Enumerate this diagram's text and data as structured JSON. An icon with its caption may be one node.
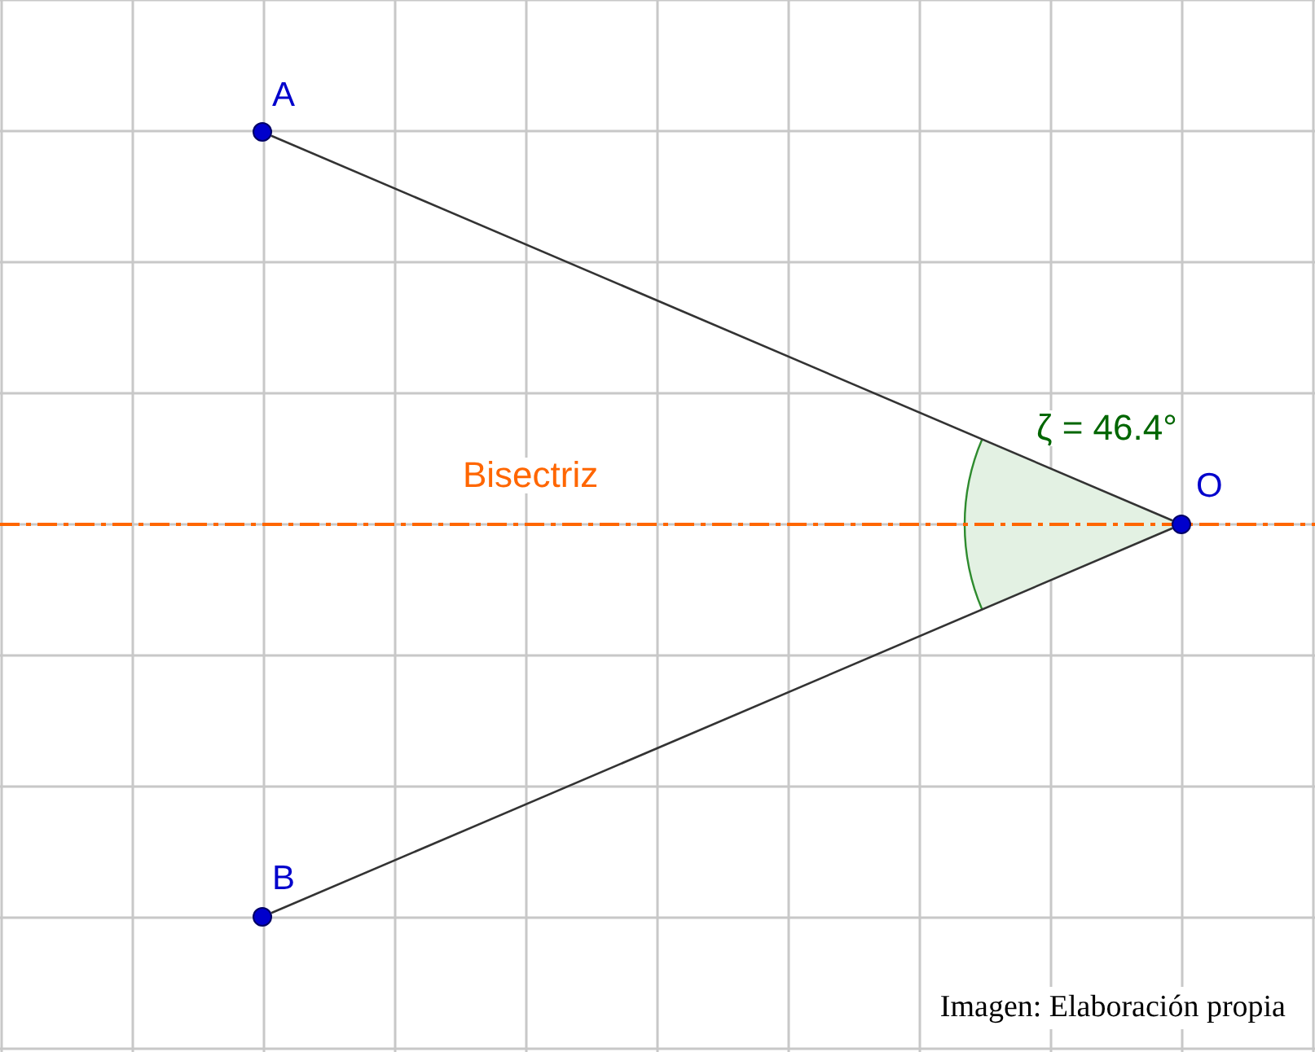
{
  "diagram": {
    "caption": "Imagen: Elaboración propia",
    "nodes": [
      {
        "text": [],
        "shape": "circle",
        "beside": [
          "A"
        ]
      },
      {
        "text": [],
        "shape": "circle",
        "beside": [
          "B"
        ]
      },
      {
        "text": [],
        "shape": "circle",
        "beside": [
          "O"
        ]
      }
    ],
    "edges": [
      {
        "from": 0,
        "to": 2,
        "arrow": "none"
      },
      {
        "from": 1,
        "to": 2,
        "arrow": "none"
      }
    ],
    "labels": [
      "Bisectriz",
      "ζ = 46.4°"
    ]
  }
}
